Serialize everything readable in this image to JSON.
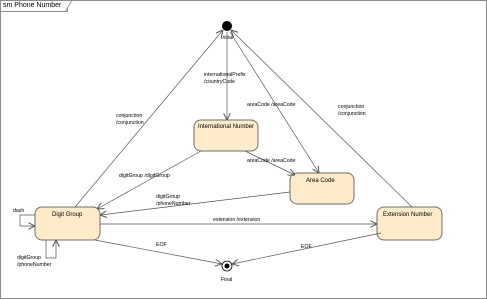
{
  "diagram": {
    "title": "sm Phone Number",
    "pseudostates": {
      "initial": "Initial",
      "final": "Final"
    },
    "states": [
      {
        "id": "intl",
        "label": "International Number"
      },
      {
        "id": "area",
        "label": "Area Code"
      },
      {
        "id": "digit",
        "label": "Digit Group"
      },
      {
        "id": "ext",
        "label": "Extension Number"
      }
    ],
    "transitions": [
      {
        "id": "init-intl",
        "label_lines": [
          "internationalPrefix",
          "/countryCode"
        ]
      },
      {
        "id": "init-area",
        "label_lines": [
          "areaCode /areaCode"
        ]
      },
      {
        "id": "intl-area",
        "label_lines": [
          "areaCode /areaCode"
        ]
      },
      {
        "id": "digit-init",
        "label_lines": [
          "conjunction",
          "/conjunction"
        ]
      },
      {
        "id": "ext-init",
        "label_lines": [
          "conjunction",
          "/conjunction"
        ]
      },
      {
        "id": "intl-digit",
        "label_lines": [
          "digitGroup /digitGroup"
        ]
      },
      {
        "id": "area-digit",
        "label_lines": [
          "digitGroup",
          "/phoneNumber"
        ]
      },
      {
        "id": "digit-ext",
        "label_lines": [
          "extension /extension"
        ]
      },
      {
        "id": "digit-final",
        "label_lines": [
          "EOF"
        ]
      },
      {
        "id": "ext-final",
        "label_lines": [
          "EOF"
        ]
      },
      {
        "id": "digit-self-dash",
        "label_lines": [
          "dash"
        ]
      },
      {
        "id": "digit-self-phone",
        "label_lines": [
          "digitGroup",
          "/phoneNumber"
        ]
      }
    ]
  }
}
